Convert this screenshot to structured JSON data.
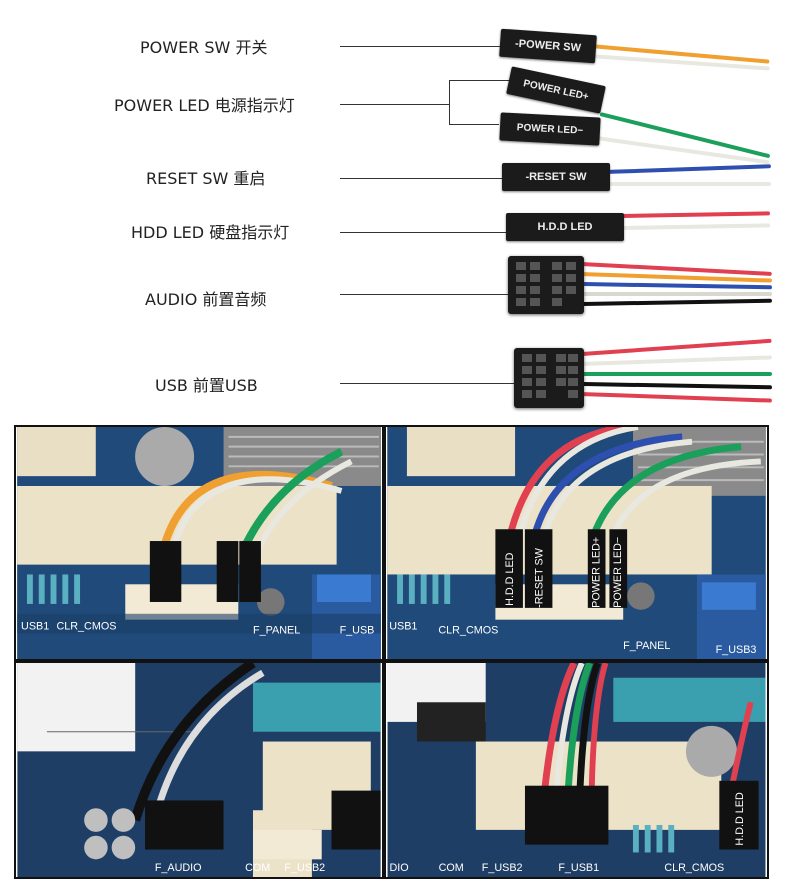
{
  "diagram": {
    "labels": [
      {
        "id": "power-sw",
        "text": "POWER SW 开关",
        "connector": "-POWER SW"
      },
      {
        "id": "power-led",
        "text": "POWER LED 电源指示灯",
        "connector_a": "POWER LED+",
        "connector_b": "POWER LED−"
      },
      {
        "id": "reset-sw",
        "text": "RESET SW 重启",
        "connector": "-RESET SW"
      },
      {
        "id": "hdd-led",
        "text": "HDD LED 硬盘指示灯",
        "connector": "H.D.D LED"
      },
      {
        "id": "audio",
        "text": "AUDIO 前置音频"
      },
      {
        "id": "usb",
        "text": "USB  前置USB"
      }
    ]
  },
  "photos": {
    "top_left": {
      "labels": [
        "USB1",
        "CLR_CMOS",
        "F_PANEL",
        "F_USB"
      ]
    },
    "top_right": {
      "labels": [
        "USB1",
        "CLR_CMOS",
        "F_PANEL",
        "F_USB3"
      ],
      "connectors": [
        "H.D.D LED",
        "-RESET SW",
        "POWER LED+",
        "POWER LED−"
      ]
    },
    "bottom_left": {
      "labels": [
        "F_AUDIO",
        "COM",
        "F_USB2"
      ]
    },
    "bottom_right": {
      "labels": [
        "DIO",
        "COM",
        "F_USB2",
        "F_USB1",
        "CLR_CMOS"
      ],
      "connectors": [
        "H.D.D LED"
      ]
    }
  }
}
